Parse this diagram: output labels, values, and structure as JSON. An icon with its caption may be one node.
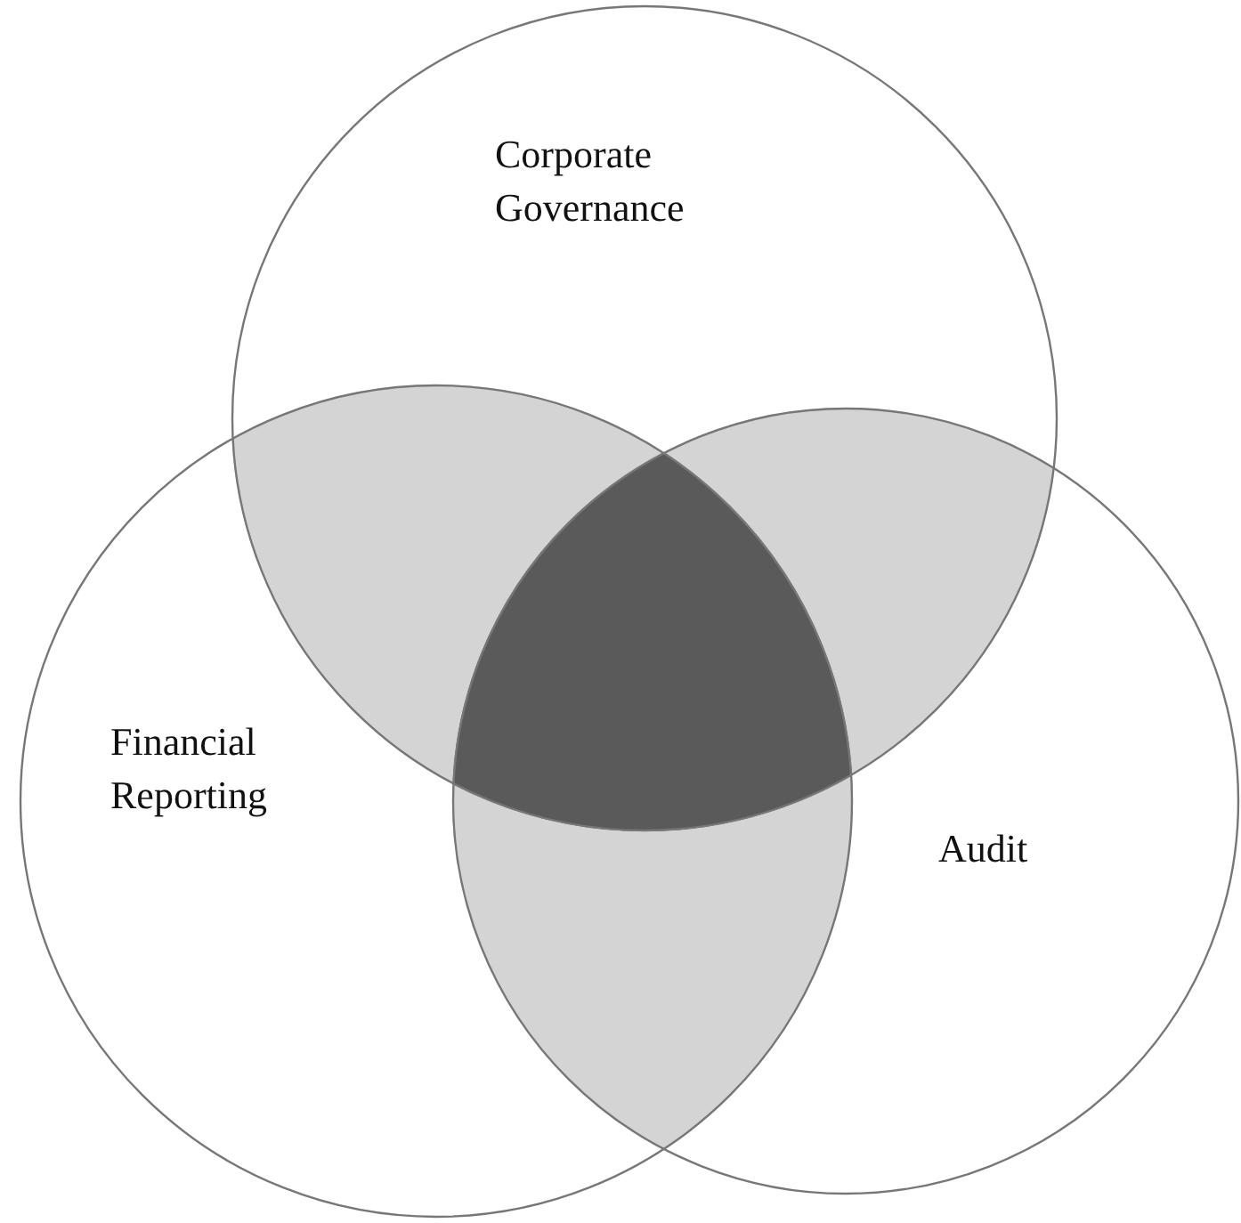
{
  "diagram": {
    "nodes": [
      {
        "text": [
          "Corporate Governance"
        ]
      },
      {
        "text": [
          "Financial Reporting"
        ]
      },
      {
        "text": [
          "Audit"
        ]
      }
    ],
    "edges": []
  }
}
